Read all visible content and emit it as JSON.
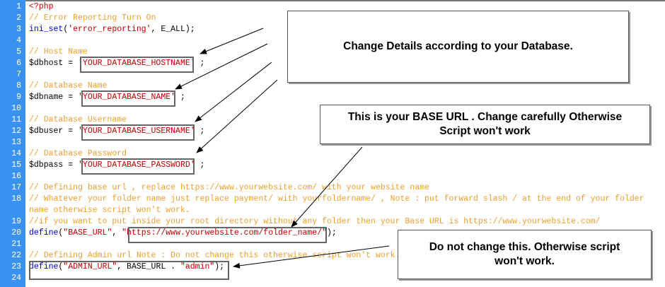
{
  "code_lines": [
    {
      "n": "1",
      "t": [
        [
          "p",
          "<?php"
        ]
      ]
    },
    {
      "n": "2",
      "t": [
        [
          "c",
          "// Error Reporting Turn On"
        ]
      ]
    },
    {
      "n": "3",
      "t": [
        [
          "k",
          "ini_set"
        ],
        [
          "",
          "("
        ],
        [
          "s",
          "'error_reporting'"
        ],
        [
          "",
          ", E_ALL);"
        ]
      ]
    },
    {
      "n": "4",
      "t": []
    },
    {
      "n": "5",
      "t": [
        [
          "c",
          "// Host Name"
        ]
      ]
    },
    {
      "n": "6",
      "t": [
        [
          "",
          "$dbhost = "
        ],
        [
          "s",
          "'YOUR_DATABASE_HOSTNAME'"
        ],
        [
          "",
          " ;"
        ]
      ]
    },
    {
      "n": "7",
      "t": []
    },
    {
      "n": "8",
      "t": [
        [
          "c",
          "// Database Name"
        ]
      ]
    },
    {
      "n": "9",
      "t": [
        [
          "",
          "$dbname = "
        ],
        [
          "s",
          "'YOUR_DATABASE_NAME'"
        ],
        [
          "",
          " ;"
        ]
      ]
    },
    {
      "n": "10",
      "t": []
    },
    {
      "n": "11",
      "t": [
        [
          "c",
          "// Database Username"
        ]
      ]
    },
    {
      "n": "12",
      "t": [
        [
          "",
          "$dbuser = "
        ],
        [
          "s",
          "'YOUR_DATABASE_USERNAME'"
        ],
        [
          "",
          " ;"
        ]
      ]
    },
    {
      "n": "13",
      "t": []
    },
    {
      "n": "14",
      "t": [
        [
          "c",
          "// Database Password"
        ]
      ]
    },
    {
      "n": "15",
      "t": [
        [
          "",
          "$dbpass = "
        ],
        [
          "s",
          "'YOUR_DATABASE_PASSWORD'"
        ],
        [
          "",
          " ;"
        ]
      ]
    },
    {
      "n": "16",
      "t": []
    },
    {
      "n": "17",
      "t": [
        [
          "c",
          "// Defining base url , replace https://www.yourwebsite.com/ with your website name"
        ]
      ]
    },
    {
      "n": "18",
      "t": [
        [
          "c",
          "// Whatever your folder name just replace payment/ with yourfoldername/ , Note : put forward slash / at the end of your folder"
        ]
      ]
    },
    {
      "n": "",
      "t": [
        [
          "c",
          "name otherwise script won't work."
        ]
      ]
    },
    {
      "n": "19",
      "t": [
        [
          "c",
          "//if you want to put inside your root directory without any folder then your Base URL is https://www.yourwebsite.com/"
        ]
      ]
    },
    {
      "n": "20",
      "t": [
        [
          "k",
          "define"
        ],
        [
          "",
          "("
        ],
        [
          "s",
          "\"BASE_URL\""
        ],
        [
          "",
          ", "
        ],
        [
          "s",
          "\"https://www.yourwebsite.com/folder_name/\""
        ],
        [
          "",
          ");"
        ]
      ]
    },
    {
      "n": "21",
      "t": []
    },
    {
      "n": "22",
      "t": [
        [
          "c",
          "// Defining Admin url Note : Do not change this otherwise script won't work."
        ]
      ]
    },
    {
      "n": "23",
      "t": [
        [
          "k",
          "define"
        ],
        [
          "",
          "("
        ],
        [
          "s",
          "\"ADMIN_URL\""
        ],
        [
          "",
          ", BASE_URL . "
        ],
        [
          "s",
          "\"admin\""
        ],
        [
          "",
          ");"
        ]
      ]
    },
    {
      "n": "24",
      "t": []
    }
  ],
  "notes": {
    "database": "Change Details according to your Database.",
    "base_url": "This is your BASE URL . Change carefully Otherwise Script won't work",
    "admin_url": "Do not change this. Otherwise script won't work."
  },
  "colors": {
    "gutter": "#3a92f0",
    "comment": "#f0a030",
    "keyword": "#0000c0",
    "string": "#c00000"
  }
}
